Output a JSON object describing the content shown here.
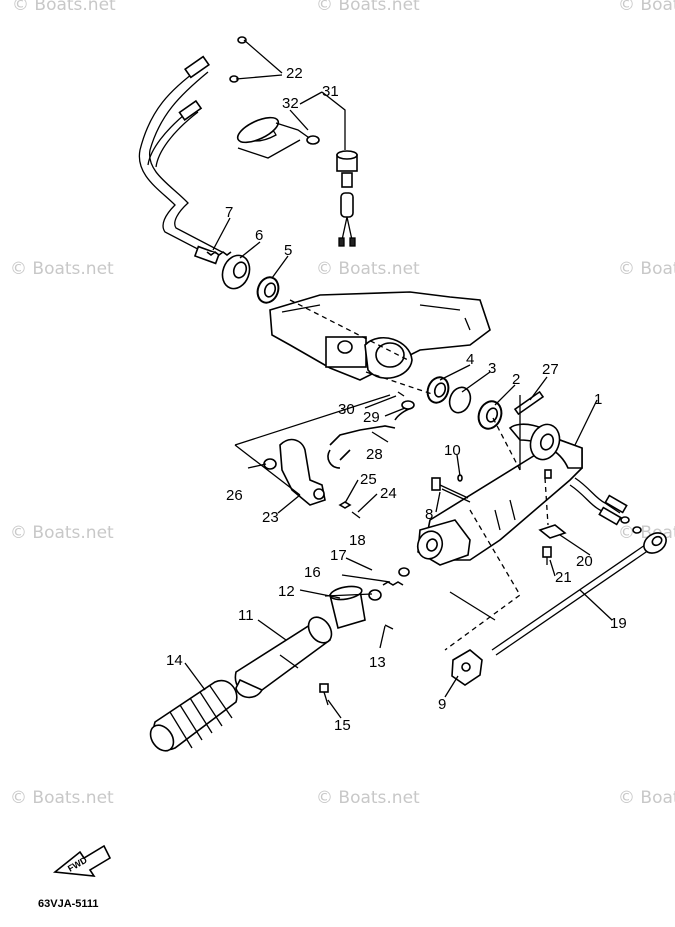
{
  "watermark": "© Boats.net",
  "diagram_code": "63VJA-5111",
  "fwd_label": "FWD",
  "callouts": [
    "1",
    "2",
    "3",
    "4",
    "5",
    "6",
    "7",
    "8",
    "9",
    "10",
    "11",
    "12",
    "13",
    "14",
    "15",
    "16",
    "17",
    "18",
    "19",
    "20",
    "21",
    "22",
    "23",
    "24",
    "25",
    "26",
    "27",
    "28",
    "29",
    "30",
    "31",
    "32"
  ]
}
